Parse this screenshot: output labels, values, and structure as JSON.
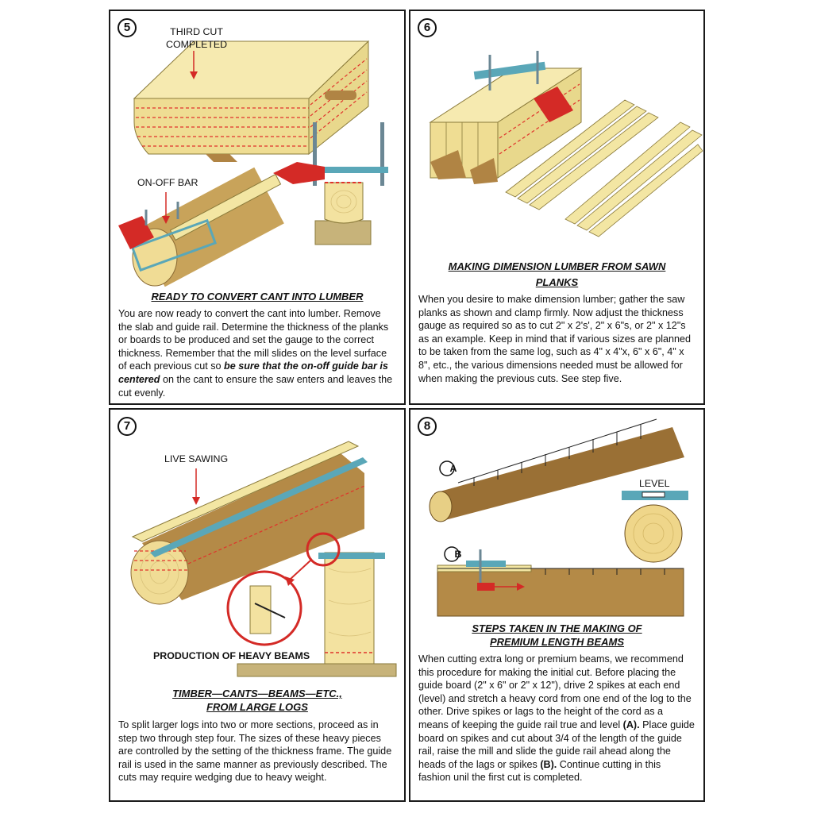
{
  "colors": {
    "wood": "#f3e6a3",
    "log_brown": "#8a6a33",
    "saw_red": "#d42a26",
    "rail_blue": "#5aa7b8",
    "cut_line": "#e0322b"
  },
  "panel5": {
    "number": "5",
    "label_third_cut": "THIRD CUT\nCOMPLETED",
    "label_on_off_bar": "ON-OFF BAR",
    "caption": "READY TO CONVERT CANT INTO LUMBER",
    "text_before_emphasis": "You are now ready to convert the cant into lumber. Remove the slab and guide rail. Determine the thickness of the planks or boards to be produced and set the gauge to the correct thickness. Remember that the mill slides on the level surface of each previous cut so ",
    "text_emphasis": "be sure that the on-off guide bar is centered",
    "text_after_emphasis": " on the cant to ensure the saw enters and leaves the cut evenly."
  },
  "panel6": {
    "number": "6",
    "caption_line1": "MAKING DIMENSION LUMBER FROM SAWN",
    "caption_line2": "PLANKS",
    "text": "When you desire to make dimension lumber; gather the saw planks as shown and clamp firmly. Now adjust the thickness gauge as required so as to cut 2\" x 2's', 2\" x 6\"s, or 2\" x 12\"s as an example. Keep in mind that if various sizes are planned to be taken from the same log, such as 4\" x 4\"x, 6\" x 6\", 4\" x 8\", etc., the various dimensions needed must be allowed for when making the previous cuts. See step five."
  },
  "panel7": {
    "number": "7",
    "label_live_sawing": "LIVE SAWING",
    "label_heavy_beams": "PRODUCTION OF HEAVY BEAMS",
    "caption_line1": "TIMBER—CANTS—BEAMS—ETC.,",
    "caption_line2": "FROM LARGE LOGS",
    "text": "To split larger logs into two or more sections, proceed as in step two through step four. The sizes of these heavy pieces are controlled by the setting of the thickness frame. The guide rail is used in the same manner as previously described. The cuts may require wedging due to heavy weight."
  },
  "panel8": {
    "number": "8",
    "label_a": "A",
    "label_b": "B",
    "label_level": "LEVEL",
    "caption_line1": "STEPS TAKEN IN THE MAKING OF",
    "caption_line2": "PREMIUM LENGTH BEAMS",
    "text_1": "When cutting extra long or premium beams, we recommend this procedure for making the initial cut. Before placing the guide board (2\" x 6\" or 2\" x 12\"), drive 2 spikes at each end (level) and stretch a heavy cord from one end of the log to the other. Drive spikes or lags to the height of the cord as a means of keeping the guide rail true and level ",
    "text_a": "(A).",
    "text_2": " Place guide board on spikes and cut about 3/4 of the length of the guide rail, raise the mill and slide the guide rail ahead along the heads of the lags or spikes ",
    "text_b": "(B).",
    "text_3": " Continue cutting in this fashion unil the first cut is completed."
  }
}
